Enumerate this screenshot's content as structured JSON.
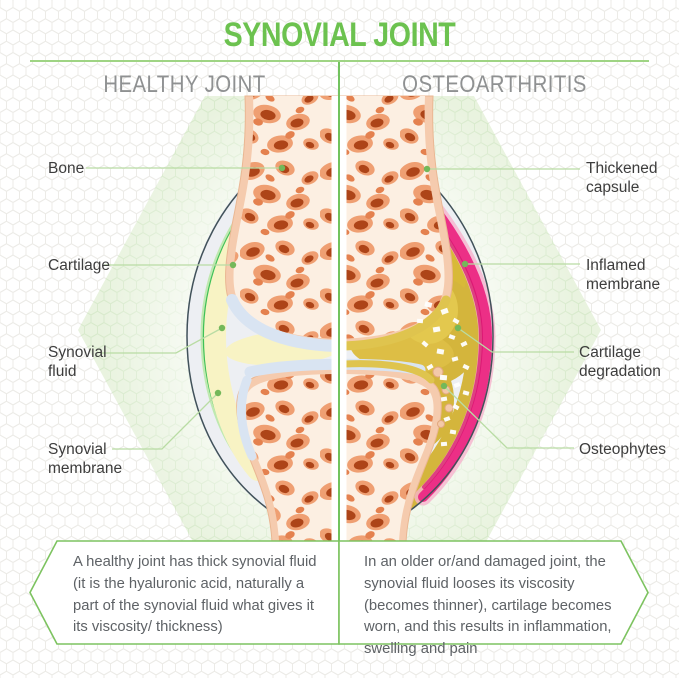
{
  "title": "SYNOVIAL JOINT",
  "columns": {
    "healthy": "HEALTHY JOINT",
    "osteoarthritis": "OSTEOARTHRITIS"
  },
  "healthy_labels": [
    "Bone",
    "Cartilage",
    "Synovial fluid",
    "Synovial membrane"
  ],
  "oa_labels": [
    "Thickened capsule",
    "Inflamed membrane",
    "Cartilage degradation",
    "Osteophytes"
  ],
  "captions": {
    "healthy": "A healthy joint has thick synovial fluid (it is the hyaluronic acid, naturally a part of the synovial fluid what gives it its viscosity/ thickness)",
    "osteoarthritis": "In an older or/and damaged joint, the synovial fluid looses its viscosity (becomes thinner), cartilage becomes worn, and this results in inflammation, swelling and pain"
  },
  "colors": {
    "title_green": "#6cc24f",
    "divider_green": "#72c35e",
    "heading_gray": "#8f9192",
    "label_line_green": "#b9dca4",
    "healthy_membrane_green": "#3ec157",
    "synovial_fluid_yellow": "#f8f3c4",
    "cartilage_blue": "#d9e4f2",
    "inflamed_pink": "#e8197c",
    "degraded_gold": "#d4b53c",
    "bone_cortical": "#f5cbae",
    "bone_inner": "#fcefe2",
    "capsule_line": "#41525a",
    "hex_backdrop_green": "#e9f3df"
  }
}
